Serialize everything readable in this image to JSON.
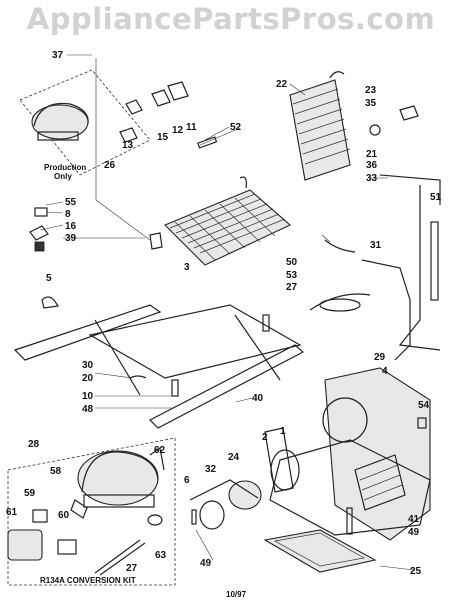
{
  "watermark": "AppliancePartsPros.com",
  "part_labels": [
    "37",
    "22",
    "23",
    "35",
    "11",
    "12",
    "15",
    "13",
    "52",
    "26",
    "21",
    "36",
    "33",
    "55",
    "8",
    "16",
    "39",
    "51",
    "31",
    "50",
    "53",
    "27",
    "5",
    "3",
    "29",
    "4",
    "30",
    "20",
    "10",
    "48",
    "40",
    "54",
    "28",
    "62",
    "2",
    "1",
    "32",
    "24",
    "58",
    "6",
    "59",
    "60",
    "61",
    "27",
    "63",
    "41",
    "49",
    "49",
    "25"
  ],
  "notes": {
    "production_only": [
      "Production",
      "Only"
    ],
    "kit_label": "R134A CONVERSION KIT",
    "date_code": "10/97"
  }
}
